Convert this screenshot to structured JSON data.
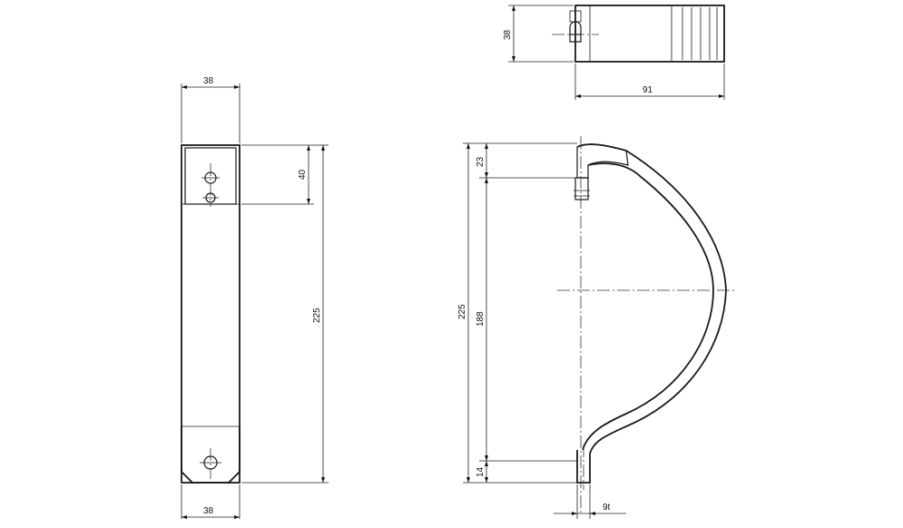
{
  "dimensions": {
    "front_width_top": "38",
    "front_width_bottom": "38",
    "front_top_block_height": "40",
    "front_total_height": "225",
    "side_total_height": "225",
    "side_inner_height": "188",
    "side_top_offset": "23",
    "side_bottom_offset": "14",
    "side_bottom_width": "9t",
    "top_view_width": "91",
    "top_view_height": "38"
  }
}
